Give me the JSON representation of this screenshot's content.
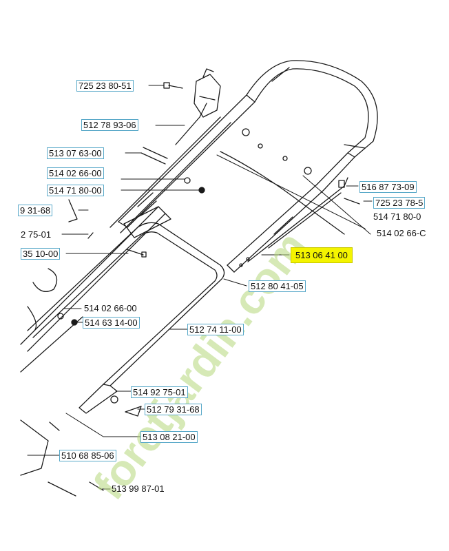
{
  "watermark": {
    "text": "foretjardin.com",
    "colors": {
      "green": "#b5d77a",
      "orange": "#f3ac5a"
    }
  },
  "labels": [
    "725 23 80-51",
    "512 78 93-06",
    "513 07 63-00",
    "514 02 66-00",
    "514 71 80-00",
    "9 31-68",
    "2 75-01",
    "35 10-00",
    "516 87 73-09",
    "725 23 78-5",
    "514 71 80-0",
    "514 02 66-C",
    "513 06 41 00",
    "512 80 41-05",
    "514 02 66-00",
    "514 63 14-00",
    "512 74 11-00",
    "514 92 75-01",
    "512 79 31-68",
    "513 08 21-00",
    "510 68 85-06",
    "513 99 87-01"
  ],
  "highlight_color": "#f4f400"
}
